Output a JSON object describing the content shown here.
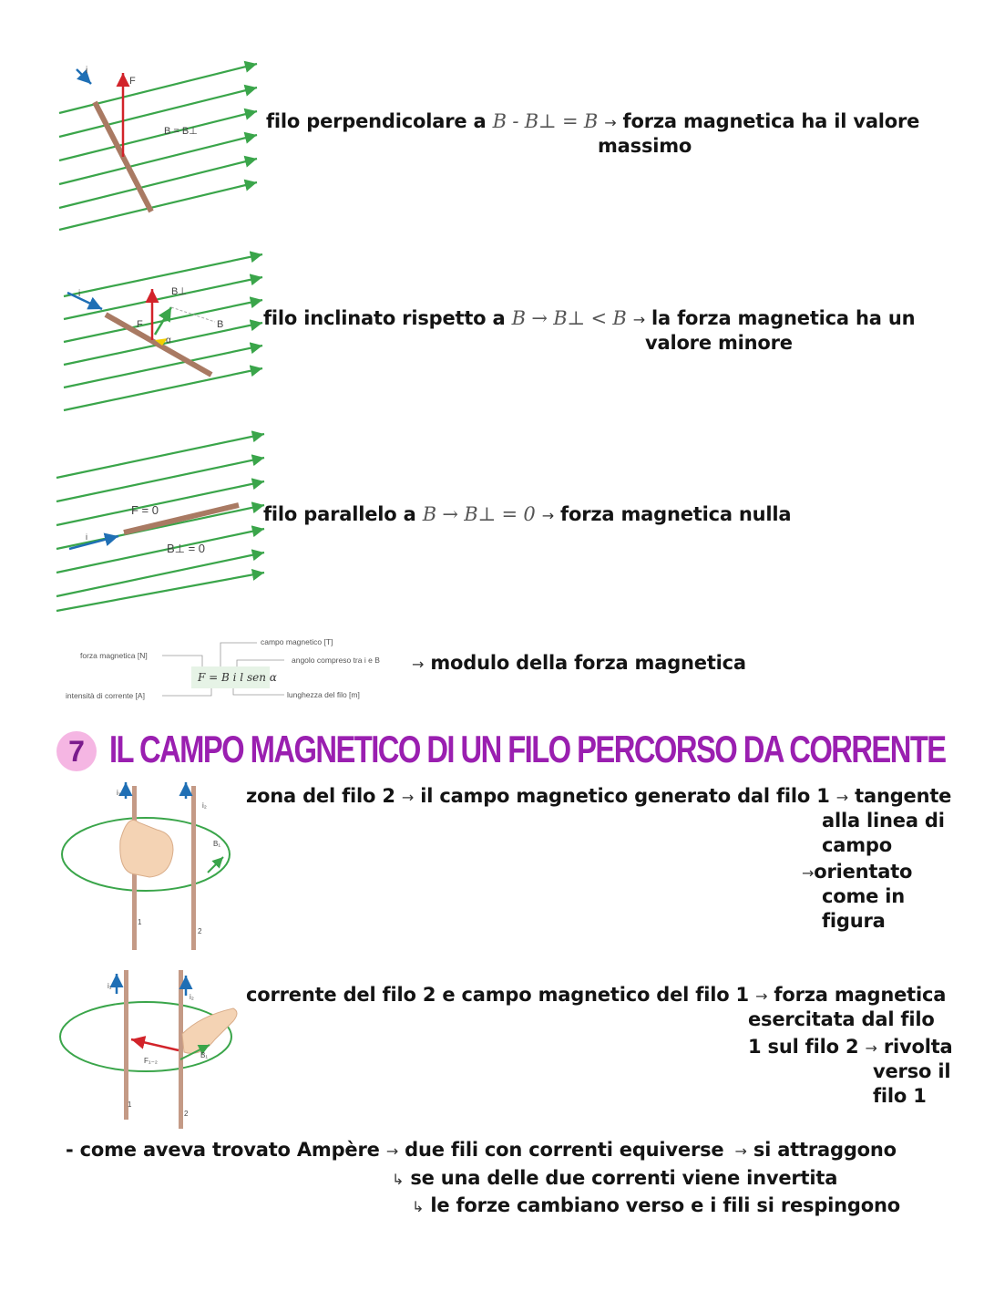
{
  "rows": [
    {
      "text_a": "filo perpendicolare a",
      "math": "B - B⊥ = B",
      "text_b": "forza magnetica ha il valore",
      "text_c": "massimo",
      "fig_labels": {
        "i": "i",
        "F": "F",
        "B": "B = B⊥"
      }
    },
    {
      "text_a": "filo inclinato rispetto a",
      "math": "B → B⊥ < B",
      "text_b": "la forza magnetica ha un",
      "text_c": "valore minore",
      "fig_labels": {
        "i": "i",
        "F": "F",
        "Bperp": "B⊥",
        "B": "B",
        "alpha": "α"
      }
    },
    {
      "text_a": "filo parallelo a",
      "math": "B → B⊥ = 0",
      "text_b": "forza magnetica nulla",
      "fig_labels": {
        "F": "F = 0",
        "B": "B⊥ = 0",
        "i": "i"
      }
    }
  ],
  "formula": {
    "expr": "F = B i l sen α",
    "labels": {
      "forza": "forza magnetica [N]",
      "campo": "campo magnetico [T]",
      "angolo": "angolo compreso tra i e B",
      "intensita": "intensità di corrente [A]",
      "lunghezza": "lunghezza del filo [m]"
    },
    "result": "modulo della forza magnetica"
  },
  "section": {
    "number": "7",
    "title": "IL CAMPO MAGNETICO DI UN FILO PERCORSO DA CORRENTE"
  },
  "block1": {
    "line1": "zona del filo 2",
    "line1b": "il campo magnetico generato dal filo 1",
    "col": [
      "tangente",
      "alla linea di",
      "campo"
    ],
    "col2": [
      "orientato",
      "come in",
      "figura"
    ],
    "fig_labels": {
      "i1": "i₁",
      "i2": "i₂",
      "B1": "B₁",
      "n1": "1",
      "n2": "2"
    }
  },
  "block2": {
    "line1": "corrente del filo 2 e campo magnetico del filo 1",
    "col": [
      "forza magnetica",
      "esercitata dal filo",
      "1 sul filo 2"
    ],
    "col2": [
      "rivolta",
      "verso il",
      "filo 1"
    ],
    "fig_labels": {
      "i1": "i₁",
      "i2": "i₂",
      "F12": "F₁₋₂",
      "B1": "B₁",
      "n1": "1",
      "n2": "2"
    }
  },
  "notes": {
    "line1a": "- come aveva trovato Ampère",
    "line1b": "due fili con correnti equiverse",
    "line1c": "si attraggono",
    "line2": "se una delle due correnti viene invertita",
    "line3": "le forze cambiano verso e i fili si respingono"
  },
  "colors": {
    "field": "#3aa54a",
    "force": "#d2232a",
    "current": "#1f6fb5",
    "wire": "#a97a63",
    "title": "#9a1fb0"
  }
}
